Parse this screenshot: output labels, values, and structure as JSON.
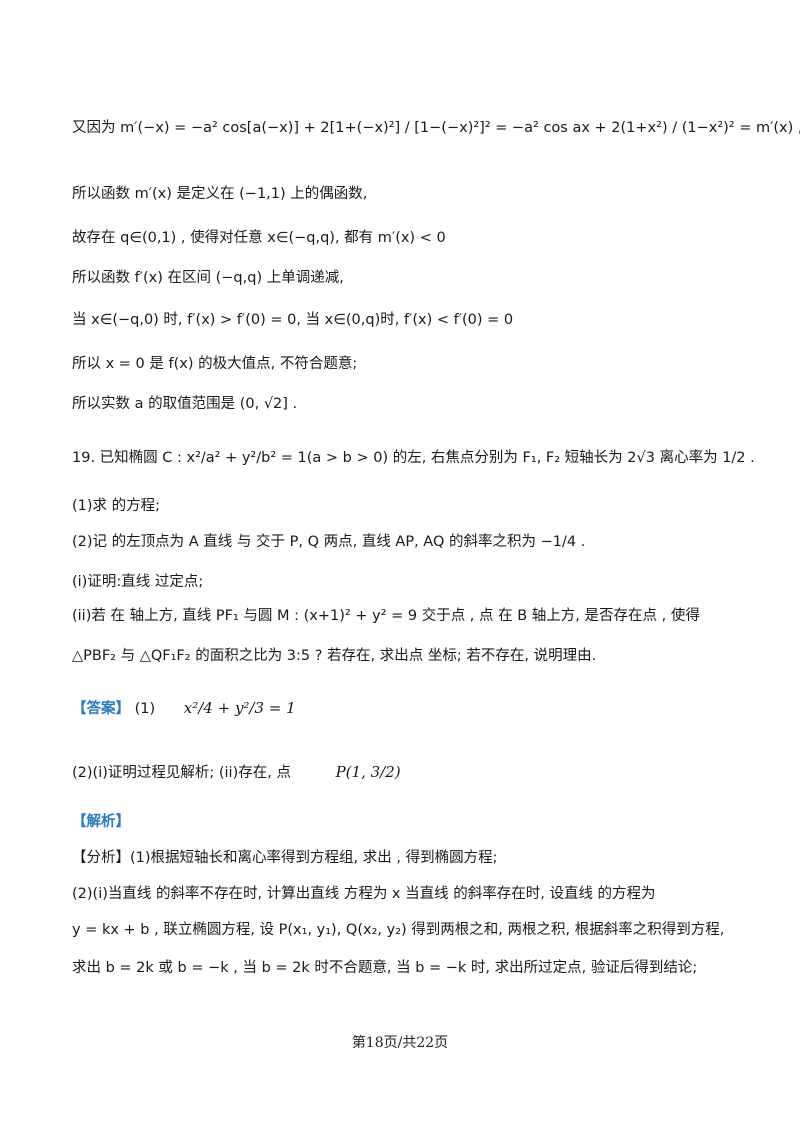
{
  "page": {
    "lines": [
      {
        "id": "l1",
        "text": "又因为 m′(−x) = −a² cos[a(−x)] + 2[1+(−x)²] / [1−(−x)²]² = −a² cos ax + 2(1+x²) / (1−x²)² = m′(x) ,"
      },
      {
        "id": "l2",
        "text": "所以函数 m′(x) 是定义在 (−1,1) 上的偶函数,"
      },
      {
        "id": "l3",
        "text": "故存在 q∈(0,1) , 使得对任意 x∈(−q,q), 都有 m′(x) < 0"
      },
      {
        "id": "l4",
        "text": "所以函数 f′(x) 在区间 (−q,q) 上单调递减,"
      },
      {
        "id": "l5",
        "text": "当 x∈(−q,0) 时, f′(x) > f′(0) = 0, 当 x∈(0,q)时, f′(x) < f′(0) = 0"
      },
      {
        "id": "l6",
        "text": "所以 x = 0 是 f(x) 的极大值点, 不符合题意;"
      },
      {
        "id": "l7",
        "text": "所以实数 a 的取值范围是 (0, √2] ."
      },
      {
        "id": "l8",
        "text": "19. 已知椭圆 C : x²/a² + y²/b² = 1(a > b > 0) 的左, 右焦点分别为 F₁, F₂ 短轴长为 2√3 离心率为 1/2 ."
      },
      {
        "id": "l9",
        "text": "(1)求 的方程;"
      },
      {
        "id": "l10",
        "text": "(2)记 的左顶点为 A 直线 与 交于 P, Q 两点, 直线 AP, AQ 的斜率之积为 −1/4 ."
      },
      {
        "id": "l11",
        "text": "(i)证明:直线 过定点;"
      },
      {
        "id": "l12",
        "text": "(ii)若 在 轴上方, 直线 PF₁ 与圆 M : (x+1)² + y² = 9 交于点 , 点 在 B 轴上方, 是否存在点 , 使得"
      },
      {
        "id": "l13",
        "text": "△PBF₂ 与 △QF₁F₂ 的面积之比为 3:5 ? 若存在, 求出点 坐标; 若不存在, 说明理由."
      }
    ],
    "answer": {
      "tag": "【答案】",
      "part1_label": "(1)",
      "part1_formula": "x²/4 + y²/3 = 1",
      "part2": "(2)(i)证明过程见解析; (ii)存在, 点",
      "part2_point": "P(1, 3/2)"
    },
    "analysis": {
      "tag": "【解析】",
      "lines": [
        {
          "id": "a1",
          "text": "【分析】(1)根据短轴长和离心率得到方程组, 求出 , 得到椭圆方程;"
        },
        {
          "id": "a2",
          "text": "(2)(i)当直线 的斜率不存在时, 计算出直线 方程为 x 当直线 的斜率存在时, 设直线 的方程为"
        },
        {
          "id": "a3",
          "text": "y = kx + b , 联立椭圆方程, 设 P(x₁, y₁), Q(x₂, y₂) 得到两根之和, 两根之积, 根据斜率之积得到方程,"
        },
        {
          "id": "a4",
          "text": "求出 b = 2k 或 b = −k , 当 b = 2k 时不合题意, 当 b = −k 时, 求出所过定点, 验证后得到结论;"
        }
      ]
    },
    "footer": "第18页/共22页"
  }
}
